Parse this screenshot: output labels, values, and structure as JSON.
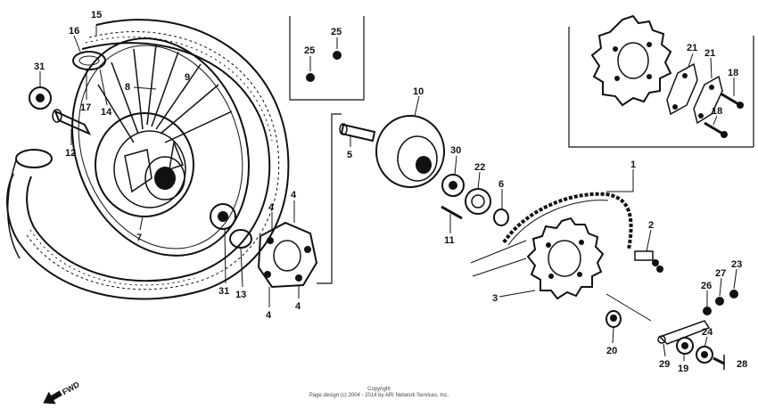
{
  "diagram": {
    "callouts": [
      {
        "id": "c15",
        "label": "15"
      },
      {
        "id": "c16",
        "label": "16"
      },
      {
        "id": "c31a",
        "label": "31"
      },
      {
        "id": "c8",
        "label": "8"
      },
      {
        "id": "c9",
        "label": "9"
      },
      {
        "id": "c17",
        "label": "17"
      },
      {
        "id": "c14",
        "label": "14"
      },
      {
        "id": "c12",
        "label": "12"
      },
      {
        "id": "c7",
        "label": "7"
      },
      {
        "id": "c25a",
        "label": "25"
      },
      {
        "id": "c25b",
        "label": "25"
      },
      {
        "id": "c10",
        "label": "10"
      },
      {
        "id": "c5",
        "label": "5"
      },
      {
        "id": "c30",
        "label": "30"
      },
      {
        "id": "c22",
        "label": "22"
      },
      {
        "id": "c6",
        "label": "6"
      },
      {
        "id": "c11",
        "label": "11"
      },
      {
        "id": "c4a",
        "label": "4"
      },
      {
        "id": "c4b",
        "label": "4"
      },
      {
        "id": "c4c",
        "label": "4"
      },
      {
        "id": "c4d",
        "label": "4"
      },
      {
        "id": "c31b",
        "label": "31"
      },
      {
        "id": "c13",
        "label": "13"
      },
      {
        "id": "c21a",
        "label": "21"
      },
      {
        "id": "c21b",
        "label": "21"
      },
      {
        "id": "c18a",
        "label": "18"
      },
      {
        "id": "c18b",
        "label": "18"
      },
      {
        "id": "c1",
        "label": "1"
      },
      {
        "id": "c2",
        "label": "2"
      },
      {
        "id": "c3",
        "label": "3"
      },
      {
        "id": "c20",
        "label": "20"
      },
      {
        "id": "c23",
        "label": "23"
      },
      {
        "id": "c27",
        "label": "27"
      },
      {
        "id": "c26",
        "label": "26"
      },
      {
        "id": "c24",
        "label": "24"
      },
      {
        "id": "c29",
        "label": "29"
      },
      {
        "id": "c19",
        "label": "19"
      },
      {
        "id": "c28",
        "label": "28"
      }
    ],
    "direction_label": "FWD",
    "copyright_line1": "Copyright",
    "copyright_line2": "Page design (c) 2004 - 2014 by ARI Network Services, Inc."
  }
}
